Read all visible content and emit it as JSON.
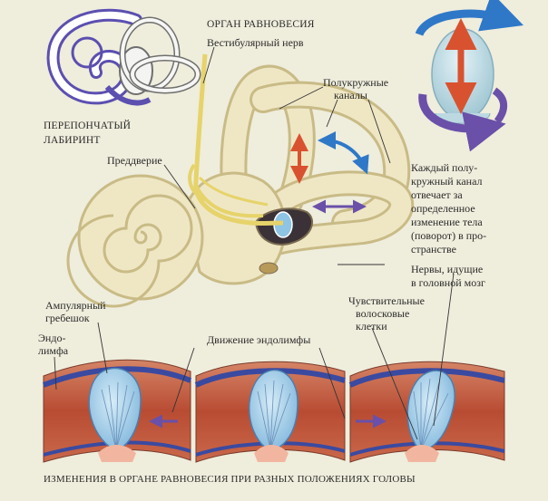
{
  "title": "ОРГАН РАВНОВЕСИЯ",
  "labels": {
    "vestibular_nerve": "Вестибулярный нерв",
    "canals_1": "Полукружные",
    "canals_2": "каналы",
    "membranous_1": "ПЕРЕПОНЧАТЫЙ",
    "membranous_2": "ЛАБИРИНТ",
    "vestibule": "Преддверие",
    "canal_note_1": "Каждый полу-",
    "canal_note_2": "кружный канал",
    "canal_note_3": "отвечает за",
    "canal_note_4": "определенное",
    "canal_note_5": "изменение тела",
    "canal_note_6": "(поворот) в про-",
    "canal_note_7": "странстве",
    "nerves_1": "Нервы, идущие",
    "nerves_2": "в головной мозг",
    "ampullary_1": "Ампулярный",
    "ampullary_2": "гребешок",
    "endolymph_1": "Эндо-",
    "endolymph_2": "лимфа",
    "endolymph_motion": "Движение эндолимфы",
    "hair_cells_1": "Чувствительные",
    "hair_cells_2": "волосковые",
    "hair_cells_3": "клетки"
  },
  "caption": "ИЗМЕНЕНИЯ В ОРГАНЕ РАВНОВЕСИЯ ПРИ РАЗНЫХ ПОЛОЖЕНИЯХ ГОЛОВЫ",
  "colors": {
    "background": "#efeddc",
    "bone": "#efe7c4",
    "bone_shadow": "#c9bb86",
    "tissue": "#b9533a",
    "cupula": "#a9d2ea",
    "arrow_red": "#d9522f",
    "arrow_blue": "#2f78c8",
    "arrow_purple": "#6a50a8",
    "nerve": "#e6d36a"
  }
}
